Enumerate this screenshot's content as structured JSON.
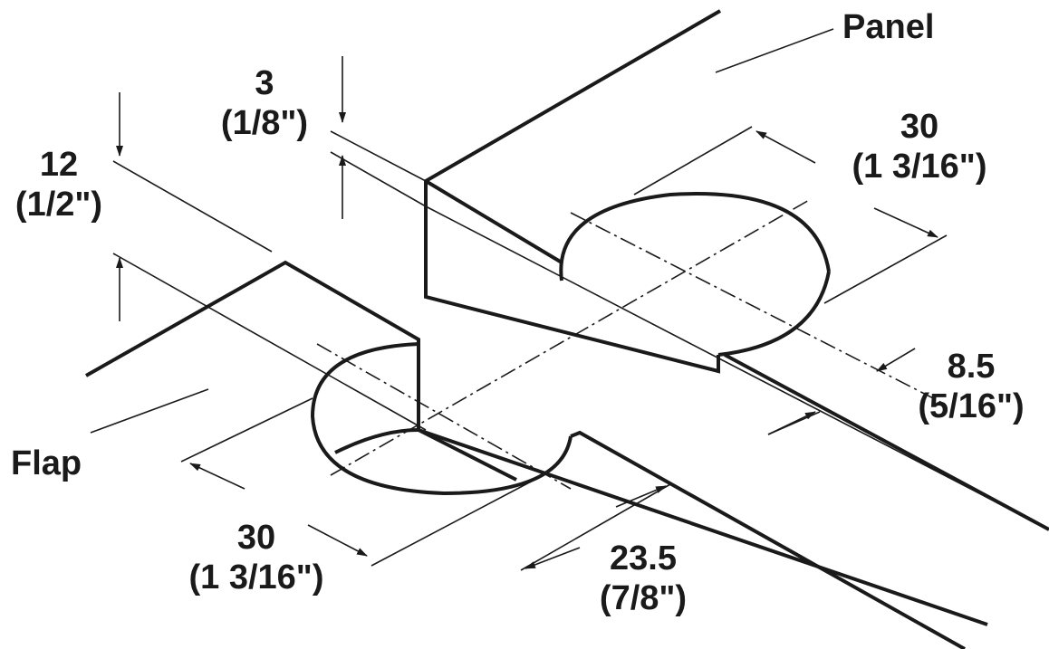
{
  "labels": {
    "panel": "Panel",
    "flap": "Flap",
    "panel_bore_diameter": {
      "mm": "30",
      "inch": "(1 3/16\")"
    },
    "panel_edge_distance": {
      "mm": "8.5",
      "inch": "(5/16\")"
    },
    "flap_edge_distance": {
      "mm": "23.5",
      "inch": "(7/8\")"
    },
    "flap_bore_diameter": {
      "mm": "30",
      "inch": "(1 3/16\")"
    },
    "flap_thickness": {
      "mm": "12",
      "inch": "(1/2\")"
    },
    "panel_depth": {
      "mm": "3",
      "inch": "(1/8\")"
    }
  }
}
